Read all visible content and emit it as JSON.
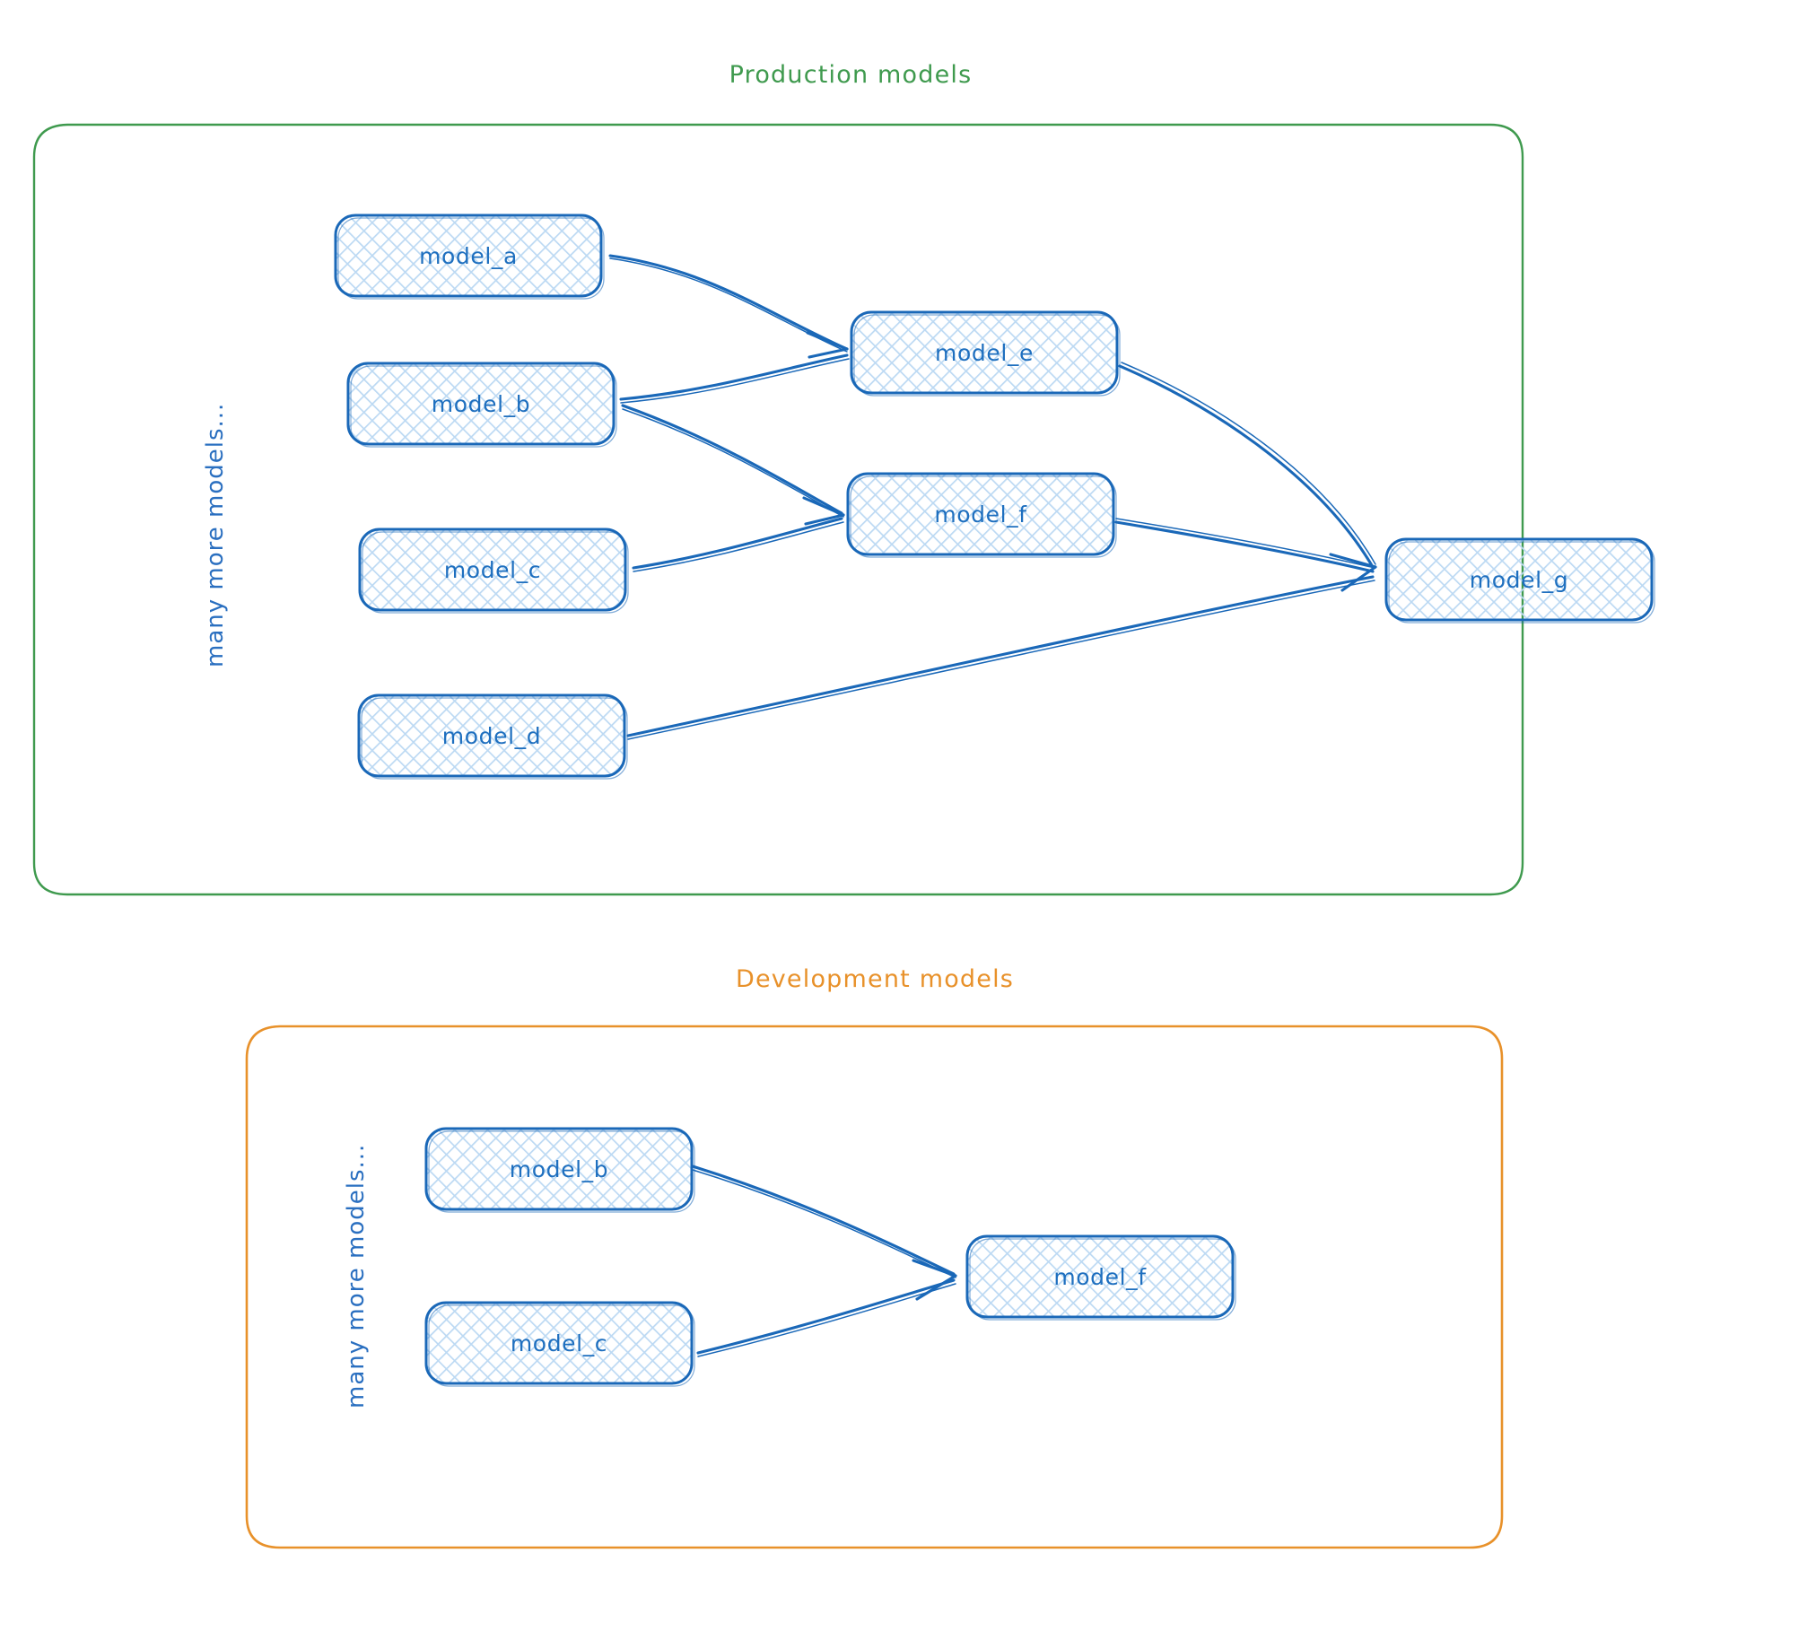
{
  "diagram": {
    "type": "dag",
    "background": "#ffffff",
    "colors": {
      "production_accent": "#3f9a4e",
      "development_accent": "#e8912a",
      "node_stroke": "#1a68b8",
      "node_fill_hatch": "#a9cdf0",
      "node_text": "#1e6fbf",
      "edge": "#1a68b8",
      "side_label": "#2a6fc0"
    },
    "groups": [
      {
        "id": "production",
        "title": "Production models",
        "title_color": "#3f9a4e",
        "border_color": "#3f9a4e",
        "side_label": "many more models...",
        "nodes": [
          {
            "id": "model_a",
            "label": "model_a"
          },
          {
            "id": "model_b",
            "label": "model_b"
          },
          {
            "id": "model_c",
            "label": "model_c"
          },
          {
            "id": "model_d",
            "label": "model_d"
          },
          {
            "id": "model_e",
            "label": "model_e"
          },
          {
            "id": "model_f",
            "label": "model_f"
          },
          {
            "id": "model_g",
            "label": "model_g"
          }
        ],
        "edges": [
          {
            "from": "model_a",
            "to": "model_e"
          },
          {
            "from": "model_b",
            "to": "model_e"
          },
          {
            "from": "model_b",
            "to": "model_f"
          },
          {
            "from": "model_c",
            "to": "model_f"
          },
          {
            "from": "model_e",
            "to": "model_g"
          },
          {
            "from": "model_f",
            "to": "model_g"
          },
          {
            "from": "model_d",
            "to": "model_g"
          }
        ]
      },
      {
        "id": "development",
        "title": "Development models",
        "title_color": "#e8912a",
        "border_color": "#e8912a",
        "side_label": "many more models...",
        "nodes": [
          {
            "id": "dev_model_b",
            "label": "model_b"
          },
          {
            "id": "dev_model_c",
            "label": "model_c"
          },
          {
            "id": "dev_model_f",
            "label": "model_f"
          }
        ],
        "edges": [
          {
            "from": "dev_model_b",
            "to": "dev_model_f"
          },
          {
            "from": "dev_model_c",
            "to": "dev_model_f"
          }
        ]
      }
    ]
  }
}
